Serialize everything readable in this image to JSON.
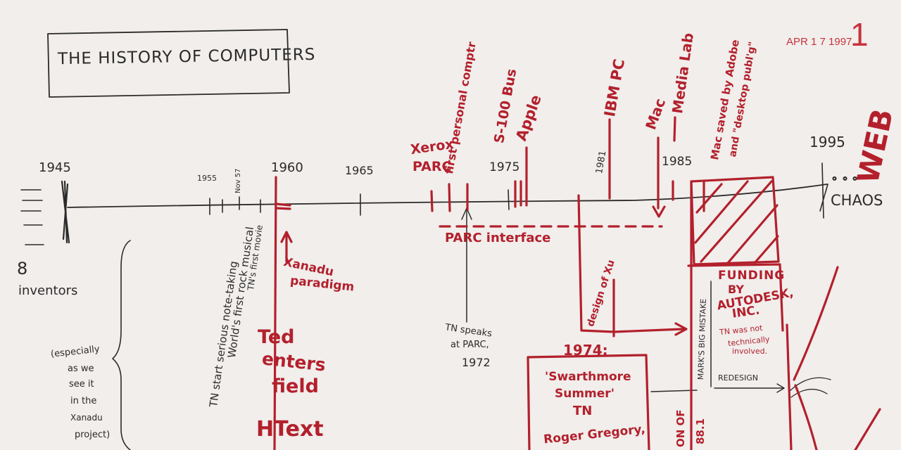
{
  "title": "THE HISTORY OF COMPUTERS",
  "stamp": {
    "date": "APR 1 7 1997",
    "page": "1"
  },
  "timeline": {
    "years": [
      "1945",
      "1955",
      "1960",
      "1965",
      "1975",
      "1981",
      "1985",
      "1995"
    ],
    "end_label": "CHAOS",
    "nov57": "Nov 57"
  },
  "left": {
    "inventors_count": "8",
    "inventors_label": "inventors",
    "note_lines": [
      "(especially",
      "as we",
      "see it",
      "in the",
      "Xanadu",
      "project)"
    ]
  },
  "red_labels": {
    "xerox_parc": [
      "Xerox",
      "PARC"
    ],
    "first_personal_computer": "first personal comptr",
    "s100_bus": "S-100 Bus",
    "apple": "Apple",
    "ibm_pc": "IBM PC",
    "mac": "Mac",
    "media_lab": "Media Lab",
    "adobe": [
      "Mac saved by Adobe",
      "and \"desktop publ'g\""
    ],
    "web": "WEB",
    "parc_interface": "PARC interface",
    "xanadu_paradigm": [
      "Xanadu",
      "paradigm"
    ],
    "ted_enters_field": [
      "Ted",
      "enters",
      "field"
    ],
    "htext": "HText",
    "design_of_xu": "design of Xu",
    "box_1974": [
      "1974:",
      "'Swarthmore",
      "Summer'",
      "TN",
      "Roger Gregory,"
    ],
    "funding": [
      "FUNDING",
      "BY",
      "AUTODESK,",
      "INC."
    ],
    "tn_not_involved": [
      "TN was not",
      "technically",
      "involved."
    ],
    "marks_mistake": "MARK'S BIG MISTAKE",
    "redesign": "REDESIGN",
    "bottom_frag": [
      "ON OF",
      "88.1"
    ]
  },
  "black_labels": {
    "tn_note_taking": "TN start serious note-taking",
    "worlds_first_rock_musical": "World's first rock musical",
    "tns_first_movie": "TN's first movie",
    "tn_speaks": [
      "TN speaks",
      "at PARC,",
      "1972"
    ]
  },
  "colors": {
    "ink": "#2b2b2b",
    "red_marker": "#b3202c",
    "stamp": "#c8323c",
    "paper": "#f1eeec"
  }
}
